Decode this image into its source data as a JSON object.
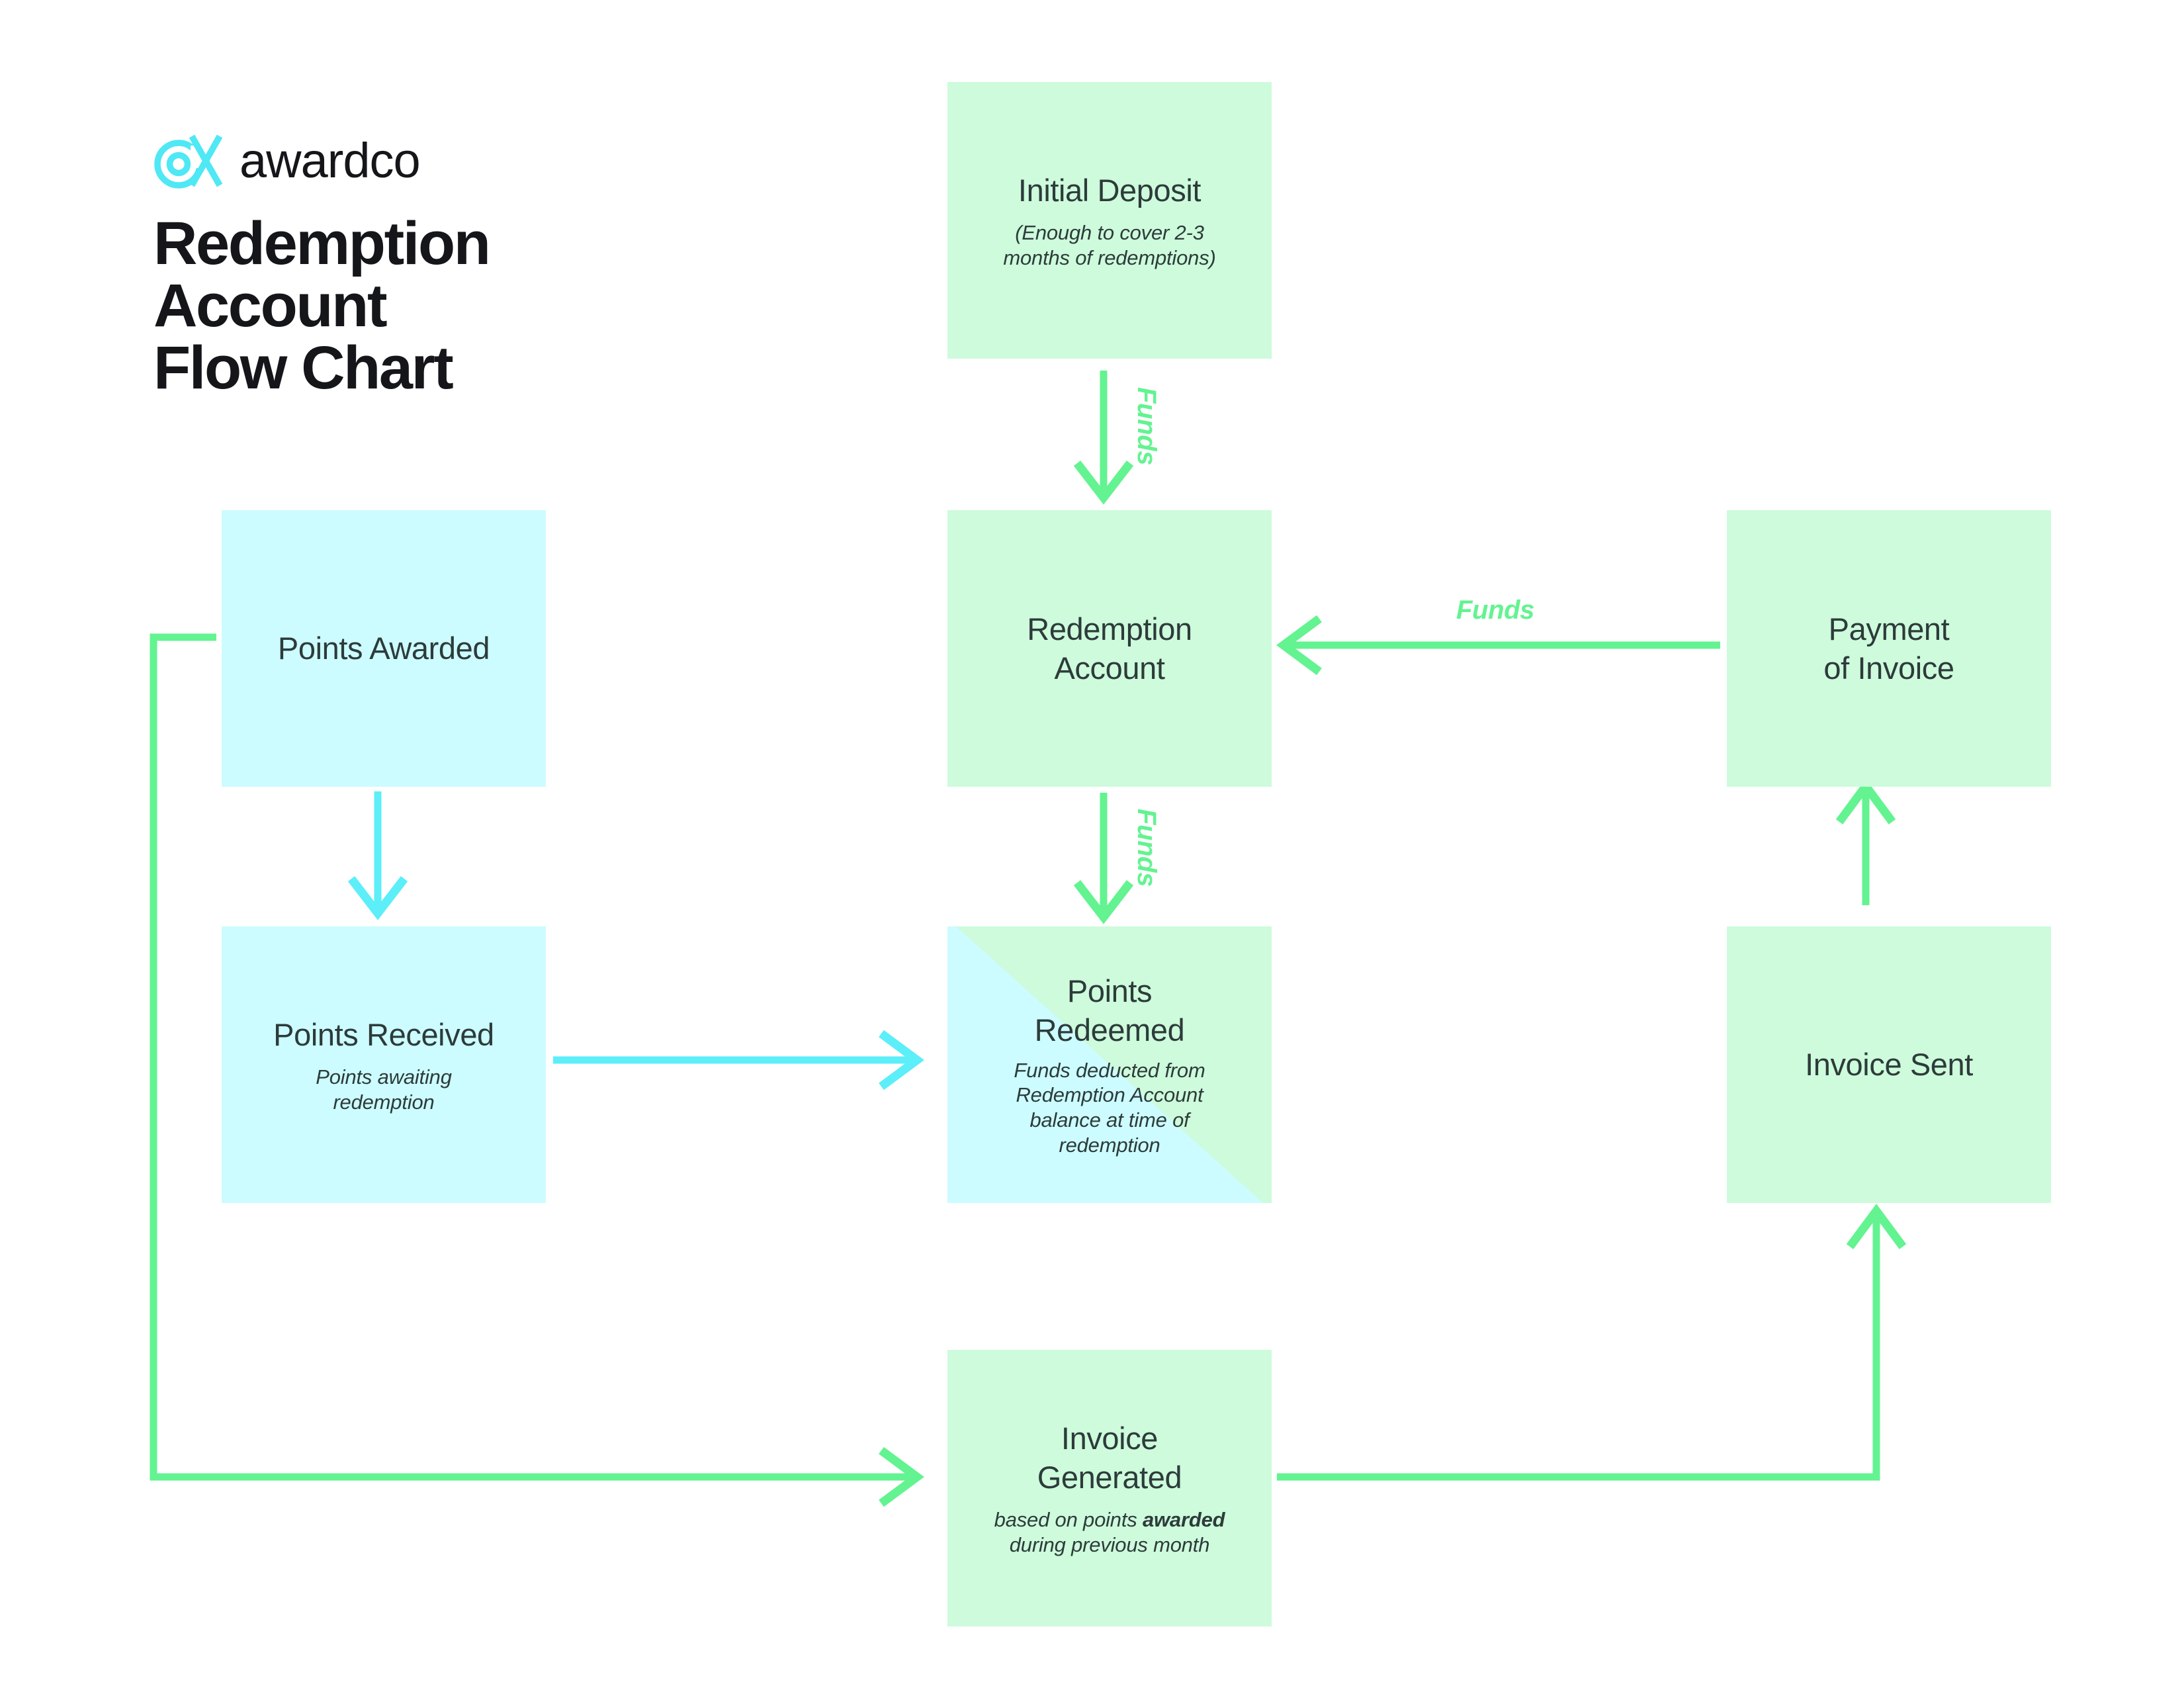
{
  "brand": {
    "logo_icon": "awardco-alpha-mark",
    "wordmark": "awardco",
    "logo_color": "#4FE8F5"
  },
  "header": {
    "title": "Redemption\nAccount\nFlow Chart"
  },
  "palette": {
    "green_fill": "#CDFBDC",
    "cyan_fill": "#CCFCFF",
    "green_stroke": "#63F391",
    "cyan_stroke": "#5CEEF9",
    "text": "#2D3B3A",
    "background": "#FFFFFF"
  },
  "nodes": [
    {
      "id": "initial-deposit",
      "title": "Initial Deposit",
      "subtitle": "(Enough to cover 2-3\nmonths of redemptions)",
      "fill": "green"
    },
    {
      "id": "points-awarded",
      "title": "Points Awarded",
      "subtitle": "",
      "fill": "cyan"
    },
    {
      "id": "redemption-account",
      "title": "Redemption\nAccount",
      "subtitle": "",
      "fill": "green"
    },
    {
      "id": "payment-of-invoice",
      "title": "Payment\nof Invoice",
      "subtitle": "",
      "fill": "green"
    },
    {
      "id": "points-received",
      "title": "Points Received",
      "subtitle": "Points awaiting\nredemption",
      "fill": "cyan"
    },
    {
      "id": "points-redeemed",
      "title": "Points\nRedeemed",
      "subtitle": "Funds deducted from\nRedemption Account\nbalance at time of\nredemption",
      "fill": "split"
    },
    {
      "id": "invoice-sent",
      "title": "Invoice Sent",
      "subtitle": "",
      "fill": "green"
    },
    {
      "id": "invoice-generated",
      "title": "Invoice\nGenerated",
      "subtitle_prefix": "based on points ",
      "subtitle_bold": "awarded",
      "subtitle_suffix": "\nduring previous month",
      "fill": "green"
    }
  ],
  "connectors": [
    {
      "id": "initial-deposit-to-redemption-account",
      "label": "Funds",
      "color": "#63F391",
      "direction": "down"
    },
    {
      "id": "redemption-account-to-points-redeemed",
      "label": "Funds",
      "color": "#63F391",
      "direction": "down"
    },
    {
      "id": "payment-of-invoice-to-redemption-account",
      "label": "Funds",
      "color": "#63F391",
      "direction": "left"
    },
    {
      "id": "points-awarded-to-points-received",
      "label": "",
      "color": "#5CEEF9",
      "direction": "down"
    },
    {
      "id": "points-received-to-points-redeemed",
      "label": "",
      "color": "#5CEEF9",
      "direction": "right"
    },
    {
      "id": "points-awarded-to-invoice-generated",
      "label": "",
      "color": "#63F391",
      "direction": "right-up"
    },
    {
      "id": "invoice-generated-to-invoice-sent",
      "label": "",
      "color": "#63F391",
      "direction": "right-up"
    },
    {
      "id": "invoice-sent-to-payment-of-invoice",
      "label": "",
      "color": "#63F391",
      "direction": "up"
    }
  ]
}
